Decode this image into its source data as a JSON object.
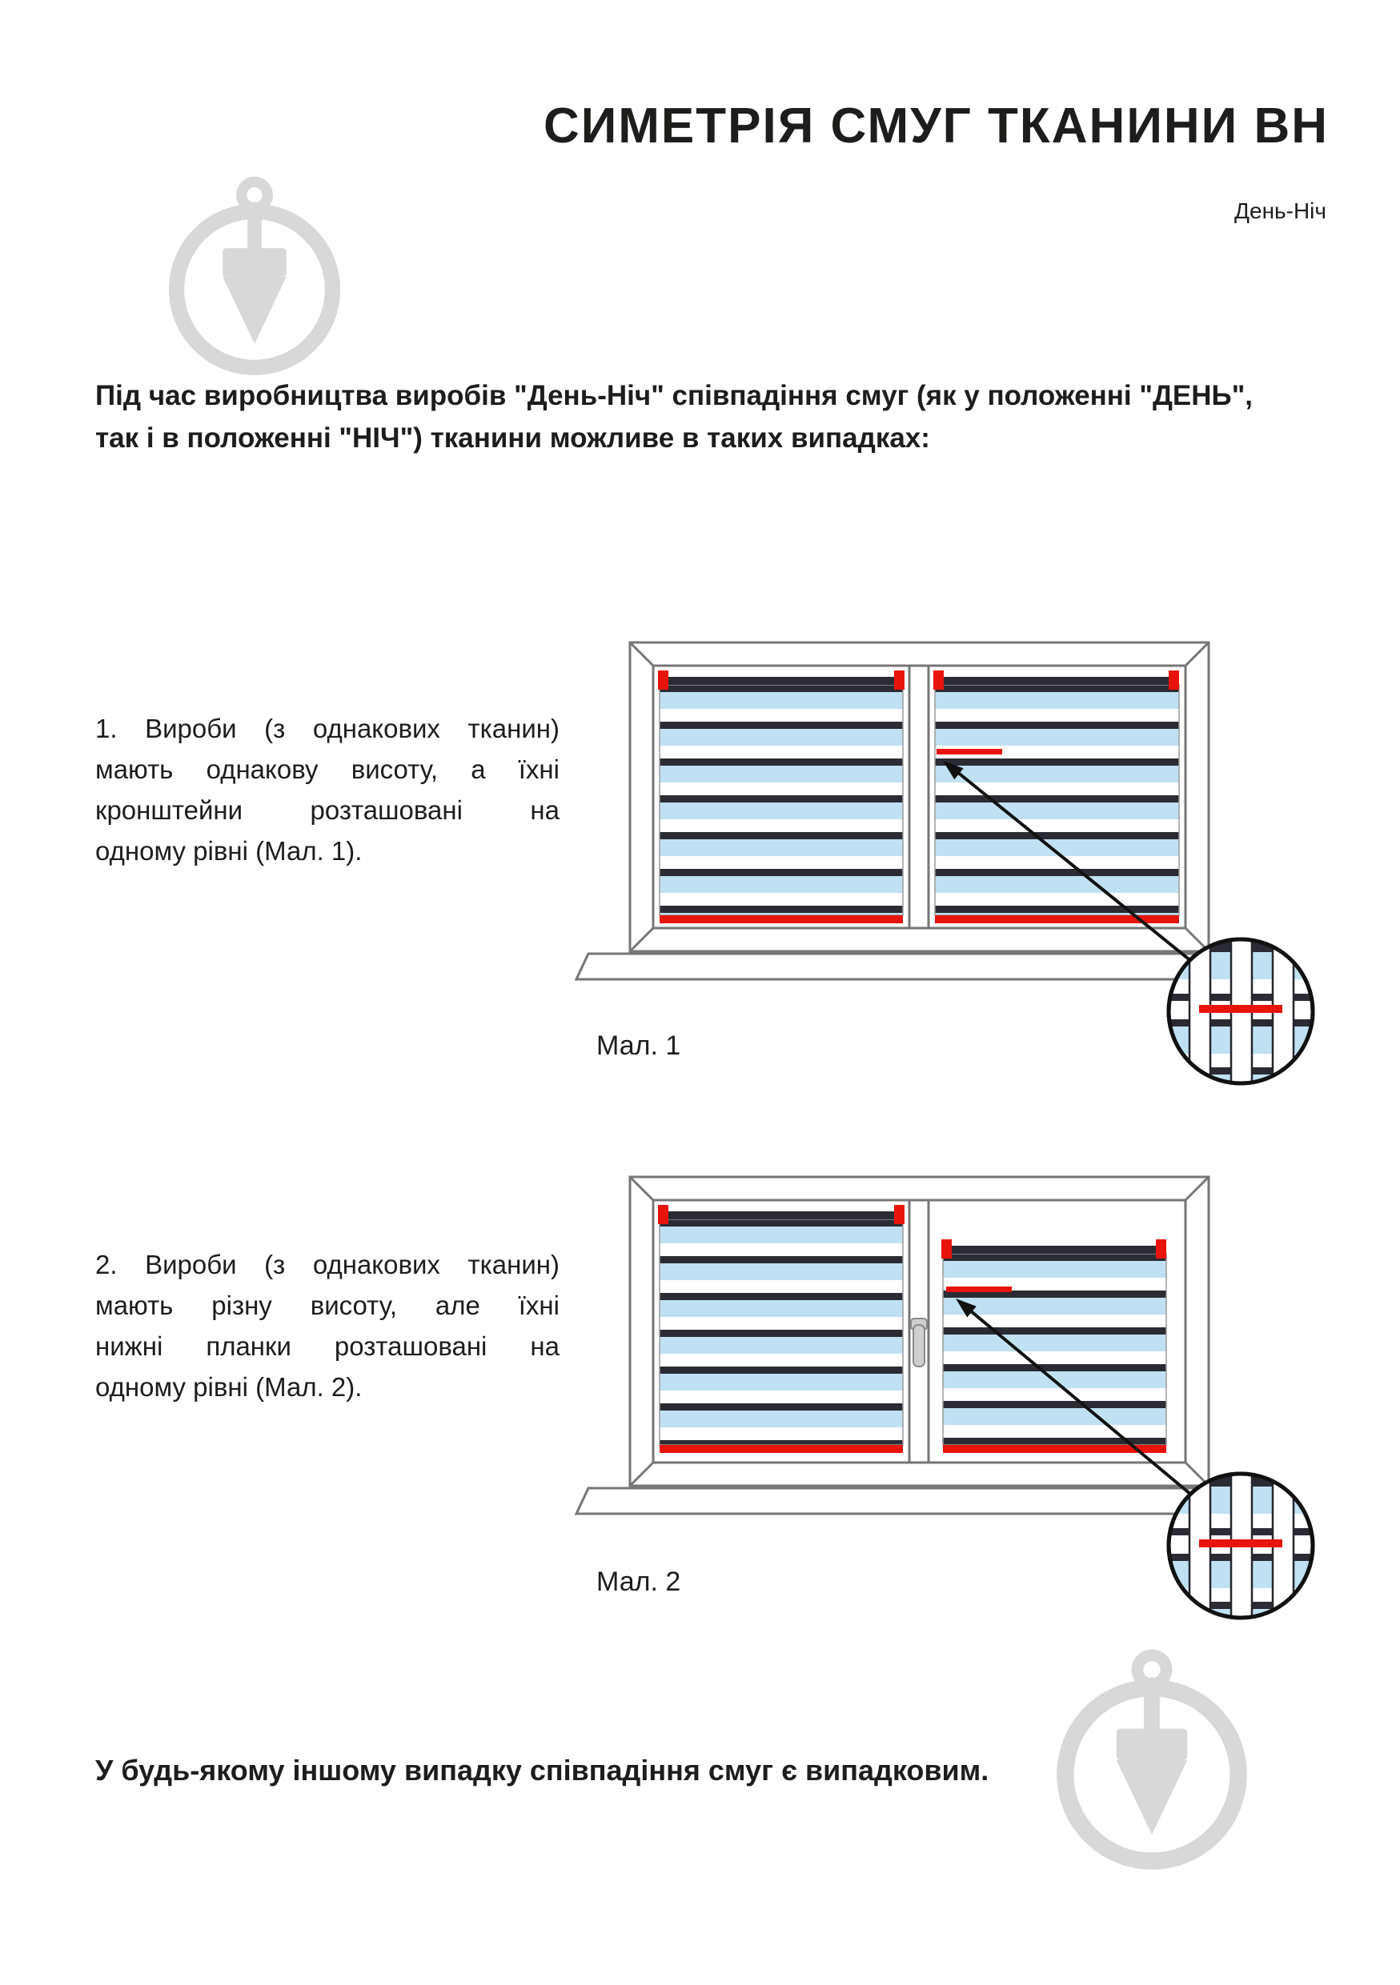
{
  "document": {
    "title": "СИМЕТРІЯ СМУГ ТКАНИНИ ВН",
    "subtitle": "День-Ніч",
    "intro_lines": [
      "Під час виробництва виробів \"День-Ніч\" співпадіння смуг (як у положенні \"ДЕНЬ\",",
      "так і в положенні \"НІЧ\") тканини можливе в таких випадках:"
    ],
    "cases": [
      {
        "lines": [
          "1. Вироби (з однакових тканин)",
          "мають однакову висоту, а їхні",
          "кронштейни розташовані на",
          "одному рівні (Мал. 1)."
        ],
        "figure_caption": "Мал. 1"
      },
      {
        "lines": [
          "2. Вироби (з однакових тканин)",
          "мають різну висоту, але їхні",
          "нижні планки розташовані на",
          "одному рівні (Мал. 2)."
        ],
        "figure_caption": "Мал. 2"
      }
    ],
    "footer": "У будь-якому іншому випадку співпадіння смуг є випадковим."
  },
  "colors": {
    "accent_red": "#e8140c",
    "stripe_blue": "#bfe1f3",
    "stripe_dark": "#2b2b33",
    "frame_gray": "#767676",
    "watermark_gray": "#d8d8d8",
    "text": "#1d1d1b"
  }
}
